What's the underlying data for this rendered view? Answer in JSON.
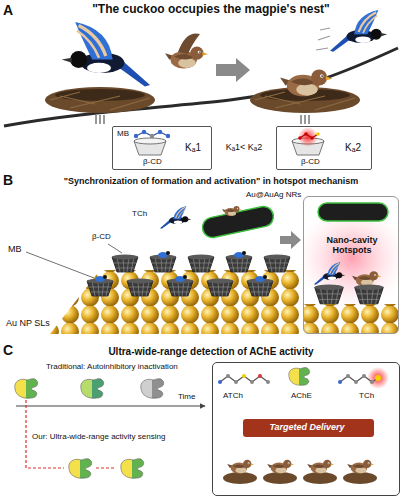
{
  "diagram": {
    "nodes": [
      {
        "text": [
          "MB",
          "β-CD",
          "Kₐ1"
        ]
      },
      {
        "text": [
          "β-CD",
          "Kₐ2"
        ]
      },
      {
        "text": [
          "Nano-cavity Hotspots"
        ]
      },
      {
        "text": [
          "ATCh",
          "AChE",
          "TCh"
        ]
      },
      {
        "text": [
          "Targeted Delivery"
        ],
        "in": 3
      }
    ],
    "labels": [
      "A",
      "\"The cuckoo occupies the magpie's nest\"",
      "Kₐ1< Kₐ2",
      "B",
      "\"Synchronization of formation and activation\" in hotspot mechanism",
      "Au@AuAg NRs",
      "TCh",
      "MB",
      "β-CD",
      "Au NP SLs",
      "C",
      "Ultra-wide-range detection of AChE activity",
      "Traditional: Autoinhibitory inactivation",
      "Time",
      "Our: Ultra-wide-range activity sensing"
    ]
  }
}
